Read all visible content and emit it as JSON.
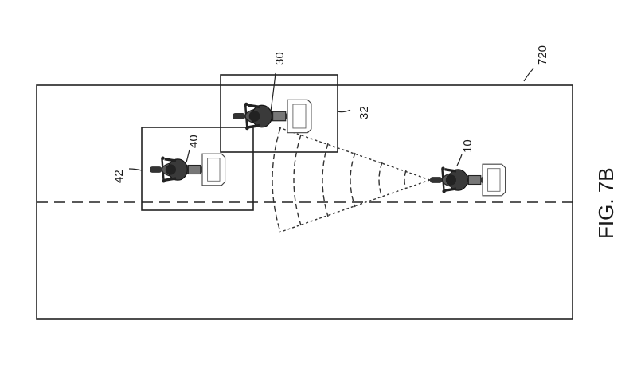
{
  "figure": {
    "caption": "FIG. 7B",
    "labels": {
      "road": "720",
      "host_vehicle": "10",
      "vehicle_a": "30",
      "vehicle_a_box": "32",
      "vehicle_b": "40",
      "vehicle_b_box": "42"
    }
  },
  "colors": {
    "line": "#222222",
    "background": "#ffffff"
  }
}
